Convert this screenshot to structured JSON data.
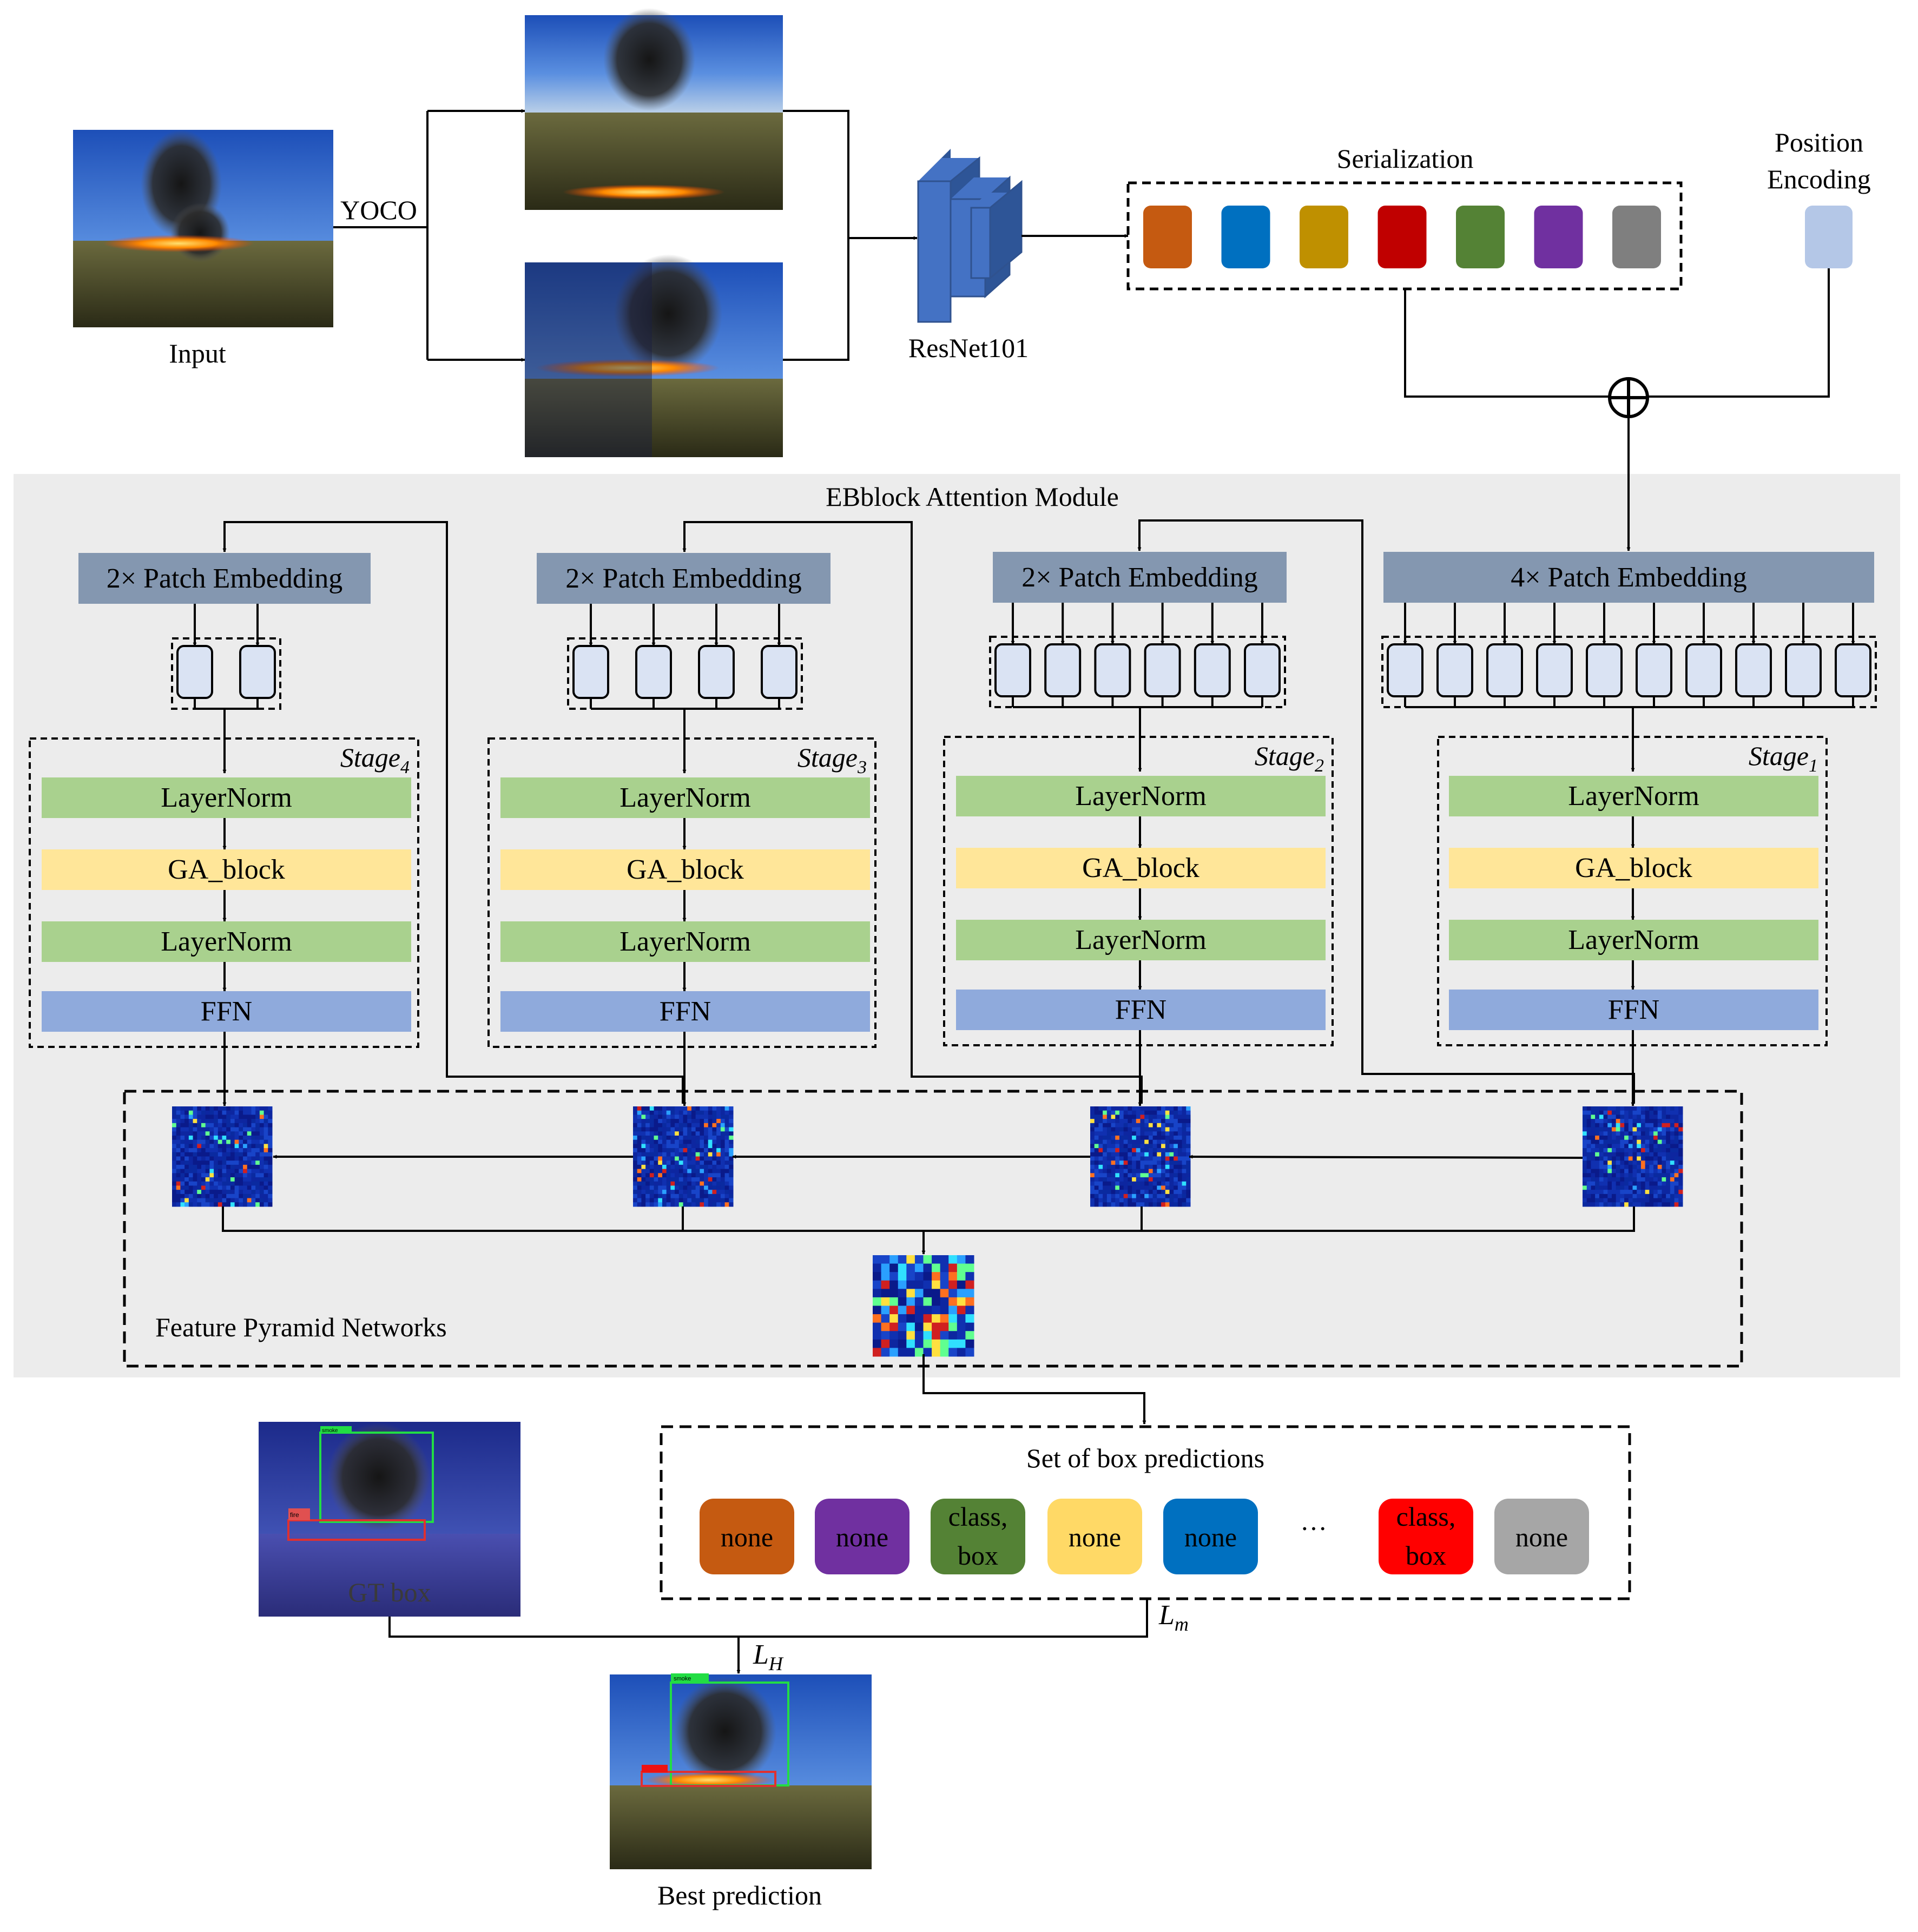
{
  "input": {
    "label": "Input"
  },
  "yoco": {
    "label": "YOCO"
  },
  "backbone": {
    "label": "ResNet101"
  },
  "serialization": {
    "label": "Serialization",
    "token_colors": [
      "#c55a11",
      "#0070c0",
      "#bf9000",
      "#c00000",
      "#548235",
      "#7030a0",
      "#7f7f7f"
    ]
  },
  "position_encoding": {
    "label_line1": "Position",
    "label_line2": "Encoding",
    "color": "#b4c7e7"
  },
  "module": {
    "title": "EBblock Attention Module"
  },
  "stages": [
    {
      "embed": "2× Patch Embedding",
      "stage_name": "Stage",
      "stage_sub": "4",
      "tokens": 2
    },
    {
      "embed": "2× Patch Embedding",
      "stage_name": "Stage",
      "stage_sub": "3",
      "tokens": 4
    },
    {
      "embed": "2× Patch Embedding",
      "stage_name": "Stage",
      "stage_sub": "2",
      "tokens": 6
    },
    {
      "embed": "4× Patch Embedding",
      "stage_name": "Stage",
      "stage_sub": "1",
      "tokens": 10
    }
  ],
  "blocks": {
    "layernorm": "LayerNorm",
    "ga": "GA_block",
    "ffn": "FFN"
  },
  "fpn": {
    "label": "Feature Pyramid Networks"
  },
  "predictions": {
    "title": "Set of box predictions",
    "ellipsis": "···",
    "items": [
      {
        "line1": "none",
        "line2": "",
        "color": "#c55a11"
      },
      {
        "line1": "none",
        "line2": "",
        "color": "#7030a0"
      },
      {
        "line1": "class,",
        "line2": "box",
        "color": "#548235"
      },
      {
        "line1": "none",
        "line2": "",
        "color": "#ffd966"
      },
      {
        "line1": "none",
        "line2": "",
        "color": "#0070c0"
      },
      {
        "line1": "class,",
        "line2": "box",
        "color": "#ff0000"
      },
      {
        "line1": "none",
        "line2": "",
        "color": "#a6a6a6"
      }
    ]
  },
  "gt": {
    "label": "GT box",
    "smoke_tag": "smoke",
    "fire_tag": "fire"
  },
  "losses": {
    "lh": "L",
    "lh_sub": "H",
    "lm": "L",
    "lm_sub": "m"
  },
  "best": {
    "label": "Best prediction",
    "smoke_tag": "smoke"
  },
  "colors": {
    "panel": "#ececec",
    "patch_embed": "#8497b0",
    "token": "#dae3f3",
    "layernorm": "#a9d18e",
    "ga": "#ffe699",
    "ffn": "#8faadc"
  }
}
